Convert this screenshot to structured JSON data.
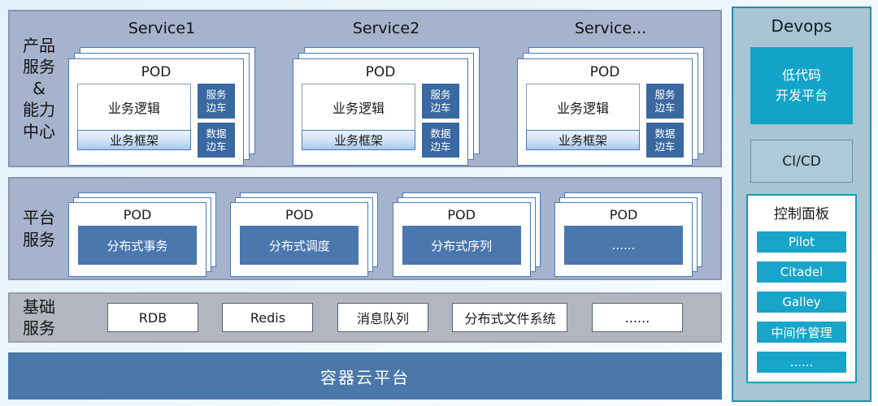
{
  "sections": {
    "products": {
      "label_lines": [
        "产品",
        "服务",
        "&",
        "能力",
        "中心"
      ],
      "services": [
        {
          "title": "Service1",
          "pod": "POD",
          "logic": "业务逻辑",
          "framework": "业务框架",
          "sidecar1_lines": [
            "服务",
            "边车"
          ],
          "sidecar2_lines": [
            "数据",
            "边车"
          ]
        },
        {
          "title": "Service2",
          "pod": "POD",
          "logic": "业务逻辑",
          "framework": "业务框架",
          "sidecar1_lines": [
            "服务",
            "边车"
          ],
          "sidecar2_lines": [
            "数据",
            "边车"
          ]
        },
        {
          "title": "Service...",
          "pod": "POD",
          "logic": "业务逻辑",
          "framework": "业务框架",
          "sidecar1_lines": [
            "服务",
            "边车"
          ],
          "sidecar2_lines": [
            "数据",
            "边车"
          ]
        }
      ]
    },
    "platform": {
      "label_lines": [
        "平台",
        "服务"
      ],
      "pods": [
        {
          "pod": "POD",
          "name": "分布式事务"
        },
        {
          "pod": "POD",
          "name": "分布式调度"
        },
        {
          "pod": "POD",
          "name": "分布式序列"
        },
        {
          "pod": "POD",
          "name": "......"
        }
      ]
    },
    "basic": {
      "label_lines": [
        "基础",
        "服务"
      ],
      "items": [
        "RDB",
        "Redis",
        "消息队列",
        "分布式文件系统",
        "......"
      ]
    },
    "container_platform": {
      "label": "容器云平台"
    }
  },
  "devops": {
    "title": "Devops",
    "low_code_lines": [
      "低代码",
      "开发平台"
    ],
    "cicd": "CI/CD",
    "control_panel": {
      "title": "控制面板",
      "items": [
        "Pilot",
        "Citadel",
        "Galley",
        "中间件管理",
        "......"
      ]
    }
  },
  "colors": {
    "section_blue_bg": "#a6b3cc",
    "basic_gray_bg": "#b1b6c0",
    "steel_blue": "#4a77ad",
    "sidecar_blue": "#3a68a1",
    "container_bar_blue": "#4a78a8",
    "cyan_accent": "#18a5ca",
    "devops_bg": "#a9c4d3",
    "devops_border": "#2e8ba8"
  }
}
